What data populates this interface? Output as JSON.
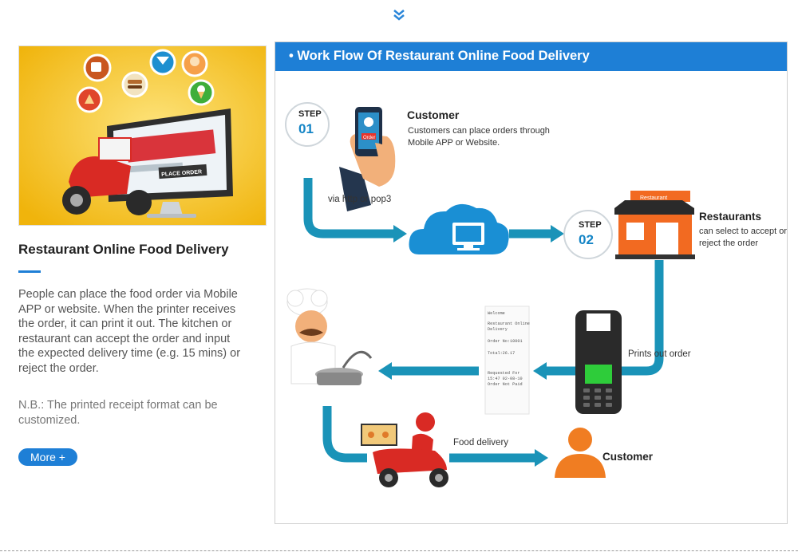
{
  "left": {
    "title": "Restaurant Online Food Delivery",
    "description": "People can place the food order via Mobile APP or website. When the printer receives the order, it can print it out. The kitchen or restaurant can accept the order and input the expected delivery time (e.g. 15 mins) or reject the order.",
    "note": "N.B.: The printed receipt format can be customized.",
    "more_button": "More +",
    "hero_button": "PLACE ORDER"
  },
  "flow": {
    "title": "• Work Flow Of  Restaurant Online Food Delivery",
    "step1": {
      "word": "STEP",
      "num": "01"
    },
    "step2": {
      "word": "STEP",
      "num": "02"
    },
    "customer_top": {
      "title": "Customer",
      "desc": "Customers can place orders through Mobile APP or Website."
    },
    "phone_label": "Order",
    "via_label": "via http or pop3",
    "restaurant": {
      "sign": "Restaurant",
      "title": "Restaurants",
      "desc": "can select to accept or reject the order"
    },
    "prints_label": "Prints out order",
    "food_delivery_label": "Food delivery",
    "customer_bottom": "Customer",
    "receipt_lines": [
      "Welcome",
      "Restaurant Online",
      "Delivery",
      "Order No:10001",
      "Total:26.17",
      "Requested For",
      "15:47 02-08-10",
      "Order Not Paid"
    ]
  },
  "colors": {
    "accent": "#1e7fd6",
    "flow_line": "#1a93b8",
    "orange": "#f26a21",
    "step_num": "#1585c6"
  }
}
